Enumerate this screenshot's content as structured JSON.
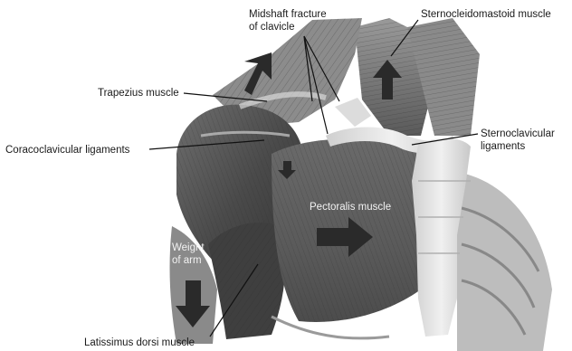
{
  "labels": {
    "fracture": "Midshaft fracture\nof clavicle",
    "scm": "Sternocleidomastoid muscle",
    "trapezius": "Trapezius muscle",
    "coracoclavicular": "Coracoclavicular ligaments",
    "sternoclavicular": "Sternoclavicular\nligaments",
    "pectoralis": "Pectoralis muscle",
    "weight": "Weight\nof arm",
    "latissimus": "Latissimus dorsi muscle"
  },
  "arrows": [
    "arrow-up-right",
    "arrow-up",
    "arrow-down",
    "arrow-right"
  ],
  "colors": {
    "muscle_dark": "#3c3c3c",
    "muscle_mid": "#777777",
    "bone": "#e6e6e6",
    "arrow": "#2a2a2a",
    "leader": "#111111"
  }
}
